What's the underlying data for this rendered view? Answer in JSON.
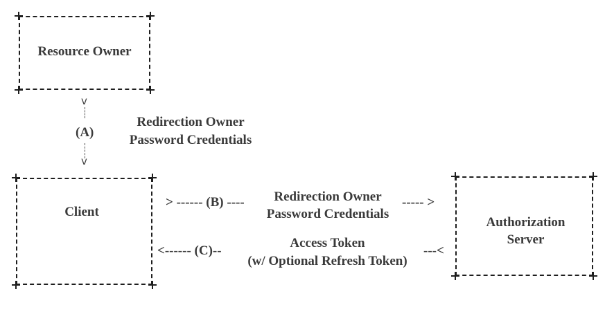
{
  "nodes": {
    "resource_owner": "Resource Owner",
    "client": "Client",
    "auth_server": [
      "Authorization",
      "Server"
    ]
  },
  "flow_a": {
    "step": "(A)",
    "lines": [
      "Redirection Owner",
      "Password Credentials"
    ]
  },
  "flow_b": {
    "prefix": "> ------ (B) ----",
    "lines": [
      "Redirection Owner",
      "Password Credentials"
    ],
    "suffix": "----- >"
  },
  "flow_c": {
    "prefix": "<------ (C)--",
    "lines": [
      "Access Token",
      "(w/ Optional Refresh Token)"
    ],
    "suffix": "---<"
  }
}
